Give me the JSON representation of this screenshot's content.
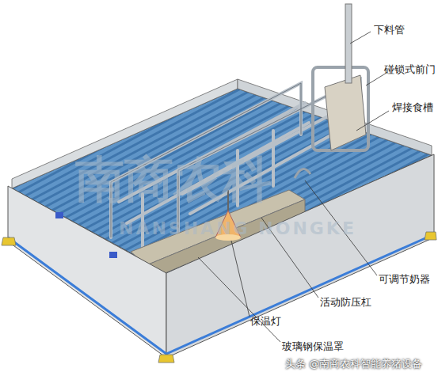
{
  "diagram": {
    "labels": [
      "下料管",
      "碰锁式前门",
      "焊接食槽",
      "可调节奶器",
      "活动防压杠",
      "保温灯",
      "玻璃钢保温罩",
      "南商农科",
      "NANSHANG NONGKE",
      "头条 @南商农科智能养猪设备"
    ]
  }
}
